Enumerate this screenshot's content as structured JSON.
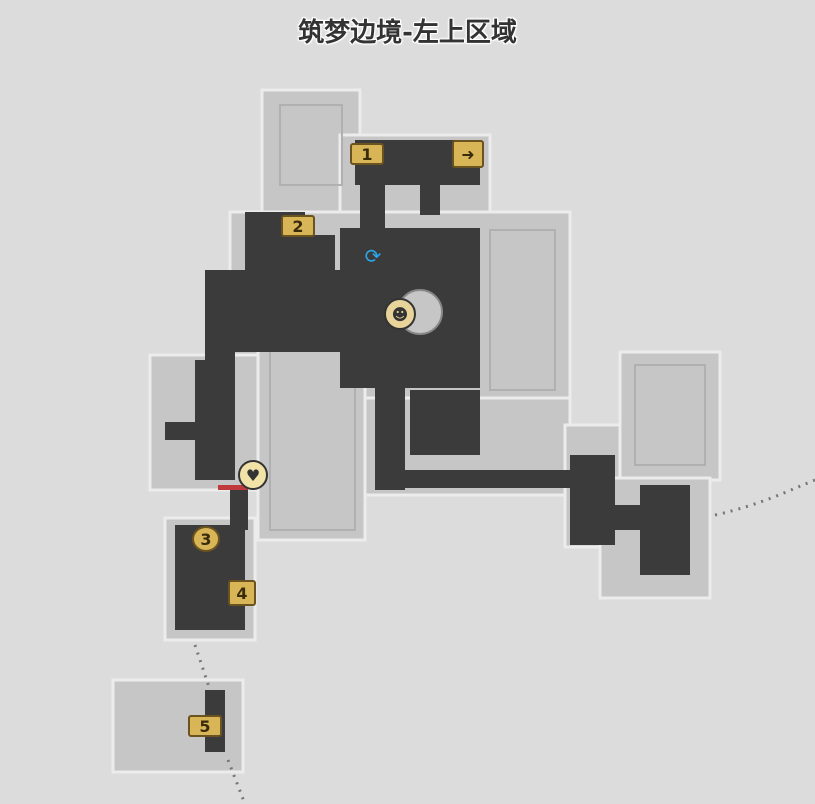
{
  "title": "筑梦边境-左上区域",
  "chests": [
    {
      "label": "1"
    },
    {
      "label": "2"
    },
    {
      "label": "3"
    },
    {
      "label": "4"
    },
    {
      "label": "5"
    }
  ],
  "icons": {
    "exit": "exit-icon",
    "teleport": "space-anchor-icon",
    "npc": "character-icon",
    "heart": "heart-icon"
  },
  "colors": {
    "floor": "#3b3b3b",
    "room": "#c6c6c6",
    "chest": "#d8b657",
    "teleport": "#2aa6e8"
  }
}
